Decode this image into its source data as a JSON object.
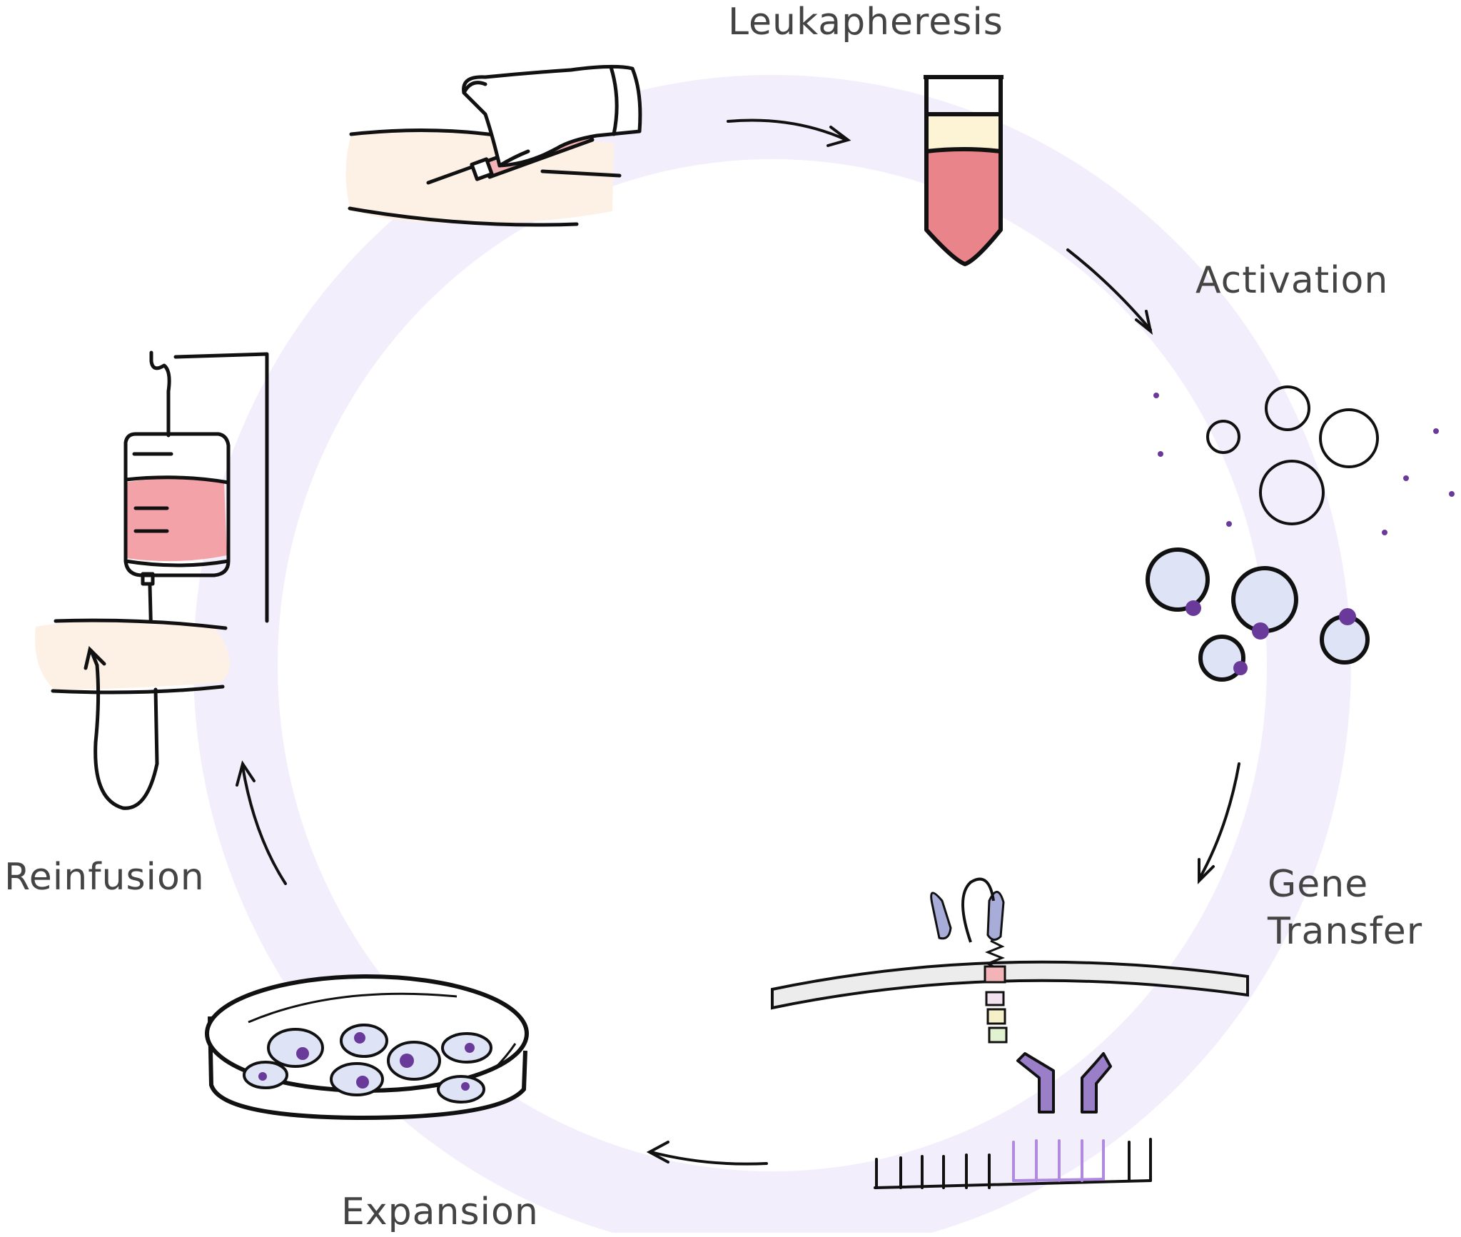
{
  "steps": {
    "leukapheresis": "Leukapheresis",
    "activation": "Activation",
    "gene_transfer_line1": "Gene",
    "gene_transfer_line2": "Transfer",
    "expansion": "Expansion",
    "reinfusion": "Reinfusion"
  },
  "colors": {
    "cycle_ring": "#f1ebfb",
    "blood": "#e9858a",
    "plasma": "#fdf4d6",
    "iv_fluid": "#f3a3a7",
    "skin": "#fdf1e6",
    "cell_fill": "#dfe3f6",
    "nucleus": "#6a3a9a",
    "receptor": "#a8acd8",
    "antibody": "#9a7ec8",
    "line": "#111111"
  }
}
